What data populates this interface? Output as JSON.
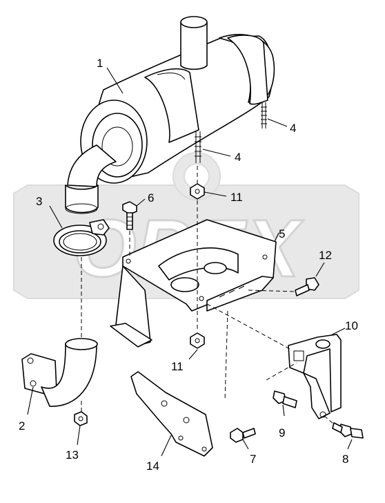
{
  "callouts": [
    {
      "id": "1",
      "text": "1"
    },
    {
      "id": "2",
      "text": "2"
    },
    {
      "id": "3",
      "text": "3"
    },
    {
      "id": "4a",
      "text": "4"
    },
    {
      "id": "4b",
      "text": "4"
    },
    {
      "id": "5",
      "text": "5"
    },
    {
      "id": "6",
      "text": "6"
    },
    {
      "id": "7",
      "text": "7"
    },
    {
      "id": "8",
      "text": "8"
    },
    {
      "id": "9",
      "text": "9"
    },
    {
      "id": "10",
      "text": "10"
    },
    {
      "id": "11a",
      "text": "11"
    },
    {
      "id": "11b",
      "text": "11"
    },
    {
      "id": "12",
      "text": "12"
    },
    {
      "id": "13",
      "text": "13"
    },
    {
      "id": "14",
      "text": "14"
    }
  ],
  "watermark": {
    "text": "OPEX"
  }
}
